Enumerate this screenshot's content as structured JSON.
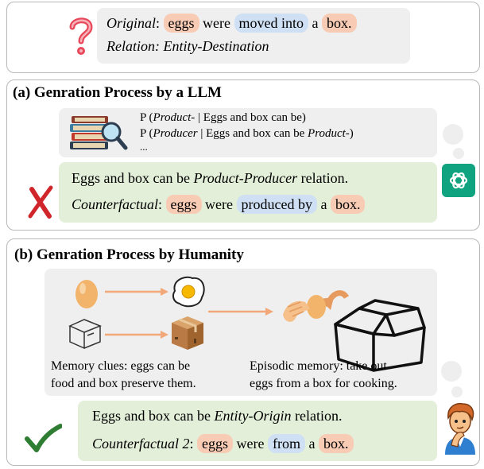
{
  "top": {
    "original_label": "Original",
    "original_words": [
      "eggs",
      "were",
      "moved into",
      "a",
      "box."
    ],
    "relation": "Relation: Entity-Destination"
  },
  "panel_a": {
    "title": "(a) Genration Process by a LLM",
    "prob_line1_pre": "P (",
    "prob_line1_ital": "Product-",
    "prob_line1_post": " | Eggs and box can be)",
    "prob_line2_pre": "P (",
    "prob_line2_ital": "Producer",
    "prob_line2_mid": " | Eggs and box can be ",
    "prob_line2_ital2": "Product-",
    "prob_line2_post": ")",
    "ellipsis": "...",
    "statement_pre": "Eggs and box can be ",
    "statement_ital": "Product-Producer",
    "statement_post": " relation.",
    "cf_label": "Counterfactual",
    "cf_words": [
      "eggs",
      "were",
      "produced by",
      "a",
      "box."
    ]
  },
  "panel_b": {
    "title": "(b) Genration Process by Humanity",
    "memory_clues": [
      "Memory clues: eggs can be",
      "food and box preserve them."
    ],
    "episodic": [
      "Episodic memory: take out",
      "eggs from a box for cooking."
    ],
    "statement_pre": "Eggs and box can be ",
    "statement_ital": "Entity-Origin",
    "statement_post": " relation.",
    "cf_label": "Counterfactual 2",
    "cf_words": [
      "eggs",
      "were",
      "from",
      "a",
      "box."
    ]
  },
  "colors": {
    "orange_tag": "#f8cbb4",
    "blue_tag": "#cfe0f4",
    "green_box": "#e3efd9",
    "gray_box": "#efefef",
    "gpt_teal": "#10a37f",
    "cross_red": "#d0262b",
    "check_green": "#2e7d32"
  }
}
